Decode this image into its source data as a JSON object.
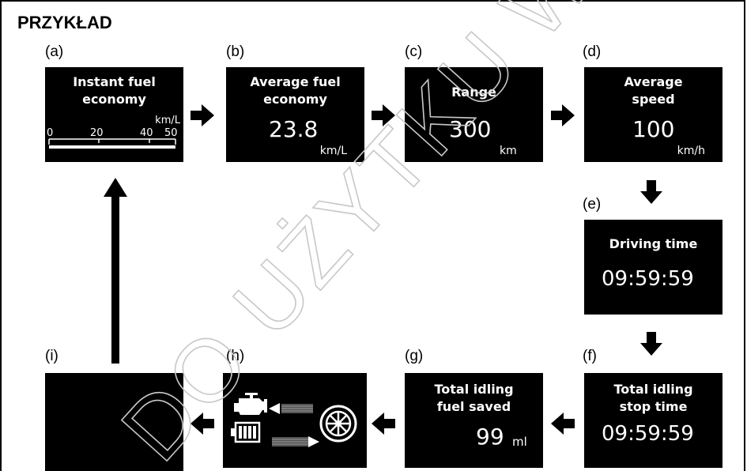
{
  "heading": "PRZYKŁAD",
  "panels": {
    "a": {
      "label": "(a)",
      "title_line1": "Instant fuel",
      "title_line2": "economy",
      "unit": "km/L",
      "scale": [
        "0",
        "20",
        "40",
        "50"
      ]
    },
    "b": {
      "label": "(b)",
      "title_line1": "Average fuel",
      "title_line2": "economy",
      "value": "23.8",
      "unit": "km/L"
    },
    "c": {
      "label": "(c)",
      "title": "Range",
      "value": "300",
      "unit": "km"
    },
    "d": {
      "label": "(d)",
      "title_line1": "Average",
      "title_line2": "speed",
      "value": "100",
      "unit": "km/h"
    },
    "e": {
      "label": "(e)",
      "title": "Driving time",
      "value": "09:59:59"
    },
    "f": {
      "label": "(f)",
      "title_line1": "Total idling",
      "title_line2": "stop time",
      "value": "09:59:59"
    },
    "g": {
      "label": "(g)",
      "title_line1": "Total idling",
      "title_line2": "fuel saved",
      "value": "99",
      "unit": "ml"
    },
    "h": {
      "label": "(h)"
    },
    "i": {
      "label": "(i)"
    }
  },
  "icons": {
    "engine": "engine-icon",
    "battery": "battery-icon",
    "wheel": "wheel-icon",
    "arrow": "arrow-icon"
  },
  "watermark": "DO UŻYTKU WEWN."
}
